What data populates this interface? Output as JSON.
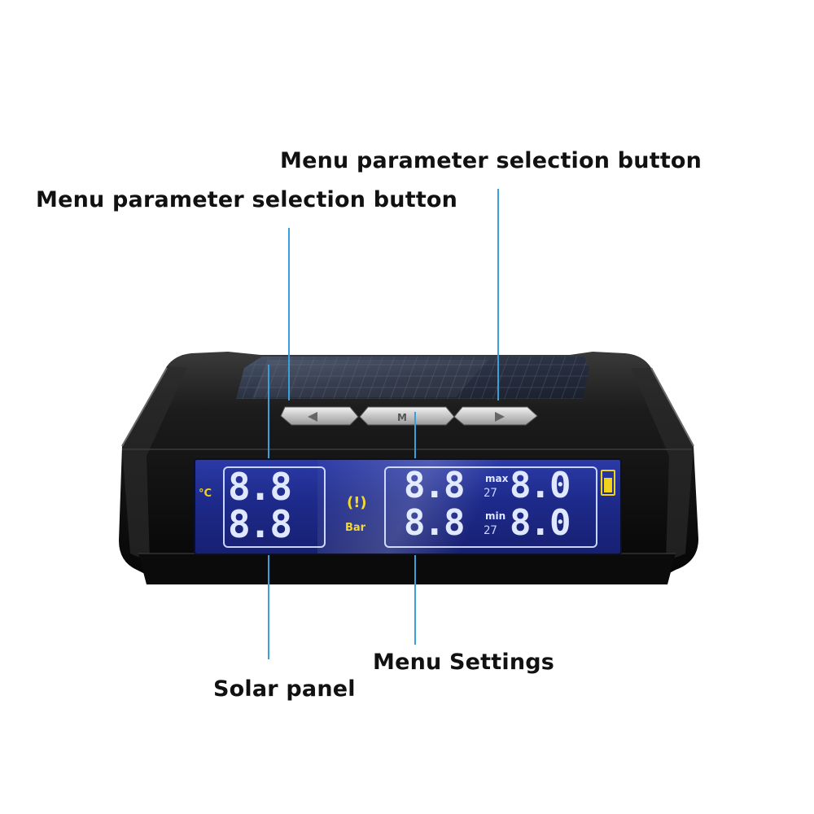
{
  "labels": {
    "top_right": "Menu parameter selection button",
    "top_left": "Menu parameter selection button",
    "menu": "Menu Settings",
    "solar": "Solar panel"
  },
  "display": {
    "left_top": "8.8",
    "left_bottom": "8.8",
    "right_tl": "8.8",
    "right_tr": "8.0",
    "right_bl": "8.8",
    "right_br": "8.0",
    "max_label": "max",
    "min_label": "min",
    "small_top": "27",
    "small_bottom": "27",
    "unit_temp": "°C",
    "unit_pressure": "Bar"
  },
  "colors": {
    "leader": "#3aa0dc",
    "lcd_yellow": "#f3d21a"
  }
}
